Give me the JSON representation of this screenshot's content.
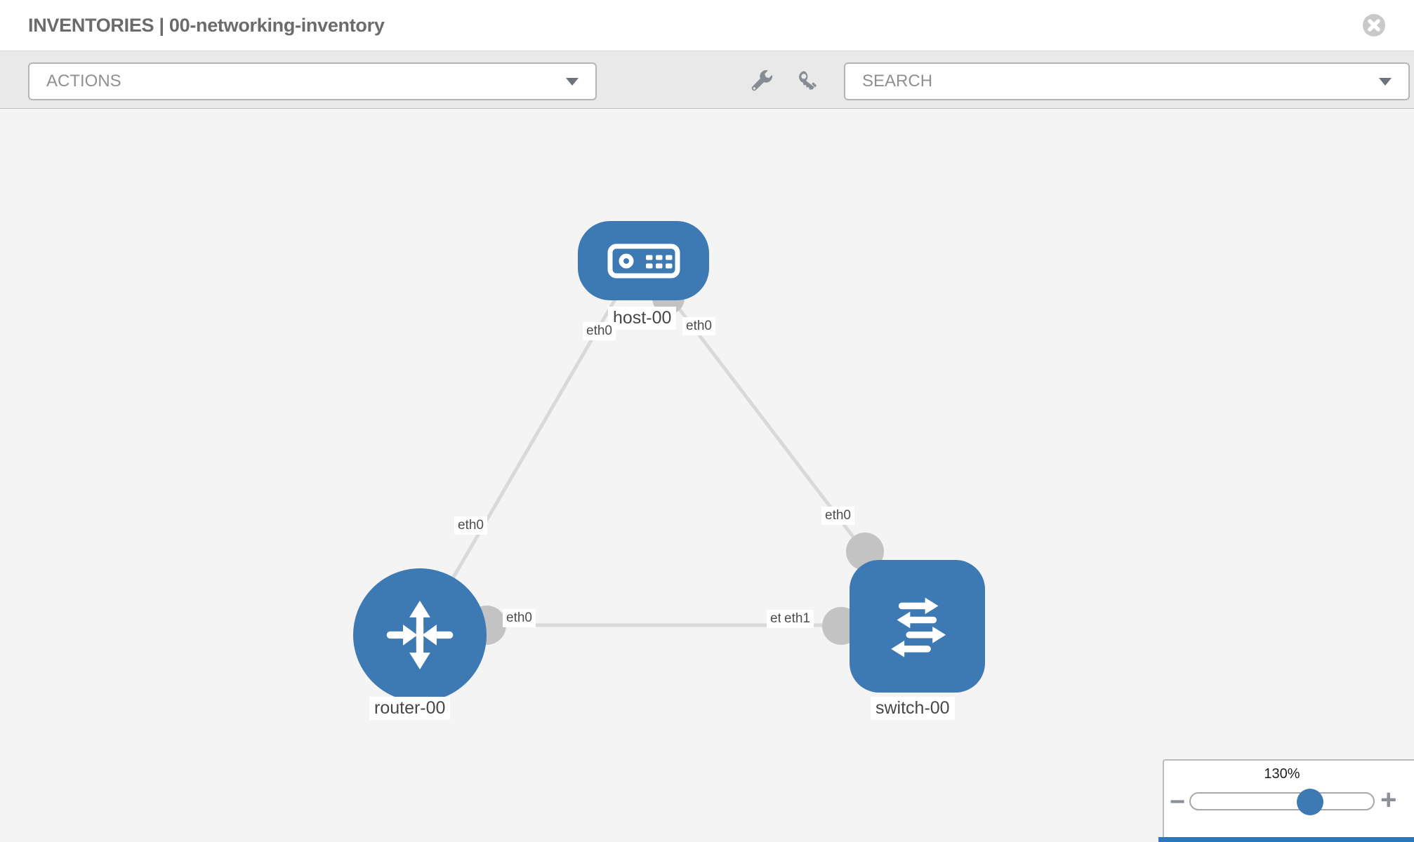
{
  "header": {
    "title": "INVENTORIES | 00-networking-inventory"
  },
  "toolbar": {
    "actions_dropdown": {
      "label": "ACTIONS",
      "icon": "chevron-down-icon"
    },
    "search_dropdown": {
      "label": "SEARCH",
      "icon": "chevron-down-icon"
    },
    "tools": [
      {
        "icon": "wrench-icon"
      },
      {
        "icon": "key-icon"
      }
    ]
  },
  "topology": {
    "nodes": {
      "host": {
        "label": "host-00",
        "type": "host",
        "icon": "host-icon"
      },
      "router": {
        "label": "router-00",
        "type": "router",
        "icon": "router-icon"
      },
      "switch": {
        "label": "switch-00",
        "type": "switch",
        "icon": "switch-icon"
      }
    },
    "links": {
      "host_router": {
        "from": "host-00",
        "to": "router-00"
      },
      "host_switch": {
        "from": "host-00",
        "to": "switch-00"
      },
      "router_switch": {
        "from": "router-00",
        "to": "switch-00"
      }
    },
    "interface_labels": {
      "host_to_router_host_end": "eth0",
      "host_to_switch_host_end": "eth0",
      "host_to_router_router_end": "eth0",
      "host_to_switch_switch_end": "eth0",
      "router_to_switch_router_end": "eth0",
      "router_to_switch_switch_end_back": "eth0",
      "router_to_switch_switch_end": "eth1"
    }
  },
  "zoom_widget": {
    "level": "130%",
    "minus": "−",
    "plus": "+"
  },
  "colors": {
    "node_blue": "#3d7ab3",
    "link_gray": "#d9d9d9",
    "connector_gray": "#c3c3c3",
    "toolbar_gray": "#e9e9e9",
    "canvas_gray": "#f4f4f4",
    "bottom_strip_blue": "#2f77b8"
  }
}
